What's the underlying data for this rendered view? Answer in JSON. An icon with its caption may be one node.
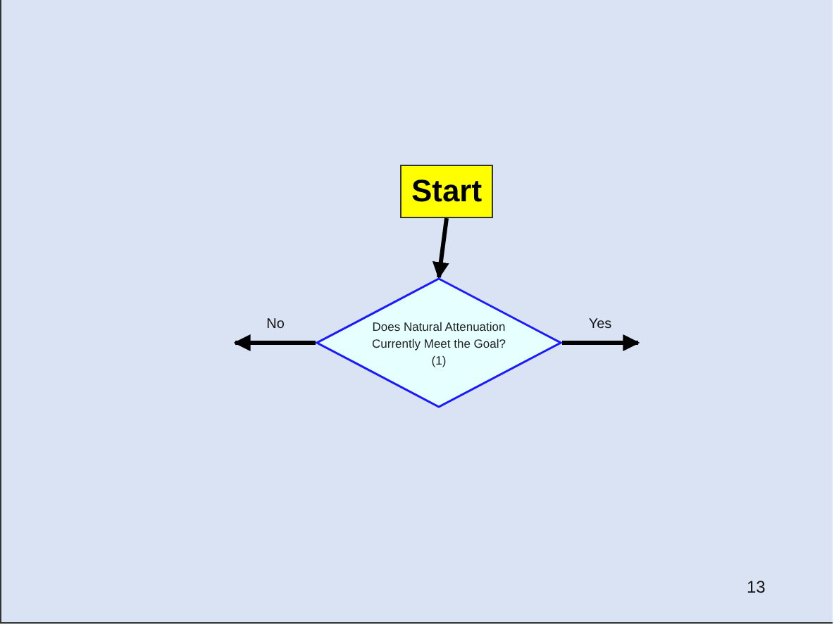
{
  "diagram": {
    "nodes": [
      {
        "text": [
          "Start"
        ]
      },
      {
        "text": [
          "Does Natural Attenuation Currently Meet the Goal? (1)"
        ]
      }
    ],
    "edges": [
      {
        "from": 0,
        "to": 1,
        "arrow": "to"
      },
      {
        "from": 1,
        "to": null,
        "arrow": "to",
        "label": "No"
      },
      {
        "from": 1,
        "to": null,
        "arrow": "to",
        "label": "Yes"
      }
    ],
    "labels": [
      "13"
    ]
  }
}
